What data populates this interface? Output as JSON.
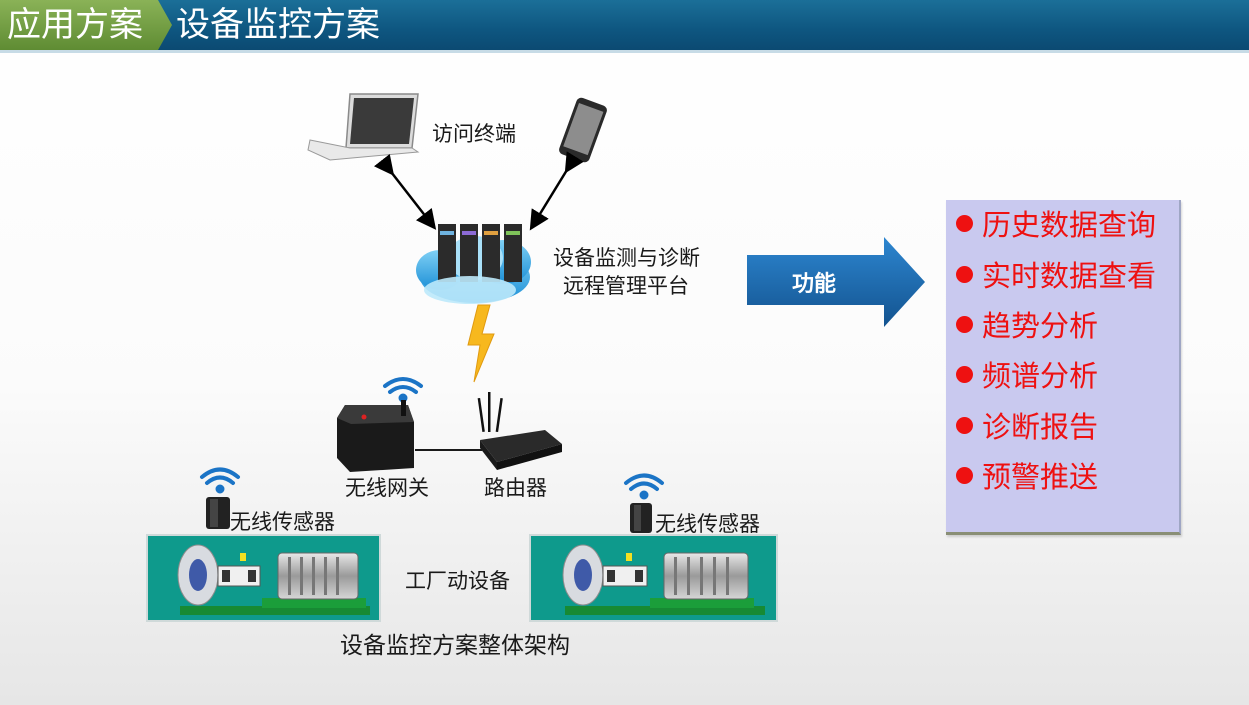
{
  "header": {
    "section": "应用方案",
    "title": "设备监控方案"
  },
  "diagram": {
    "access_terminal": "访问终端",
    "platform_line1": "设备监测与诊断",
    "platform_line2": "远程管理平台",
    "function_arrow": "功能",
    "gateway": "无线网关",
    "router": "路由器",
    "sensor_left": "无线传感器",
    "sensor_right": "无线传感器",
    "factory_equipment": "工厂动设备",
    "caption": "设备监控方案整体架构"
  },
  "functions": [
    "历史数据查询",
    "实时数据查看",
    "趋势分析",
    "频谱分析",
    "诊断报告",
    "预警推送"
  ],
  "colors": {
    "header_blue": "#0e5680",
    "header_green": "#6f9b40",
    "function_text": "#ee1111",
    "function_bg": "#c9c9ef",
    "arrow_blue": "#1f6fb5",
    "machine_panel": "#0e9a8c"
  }
}
